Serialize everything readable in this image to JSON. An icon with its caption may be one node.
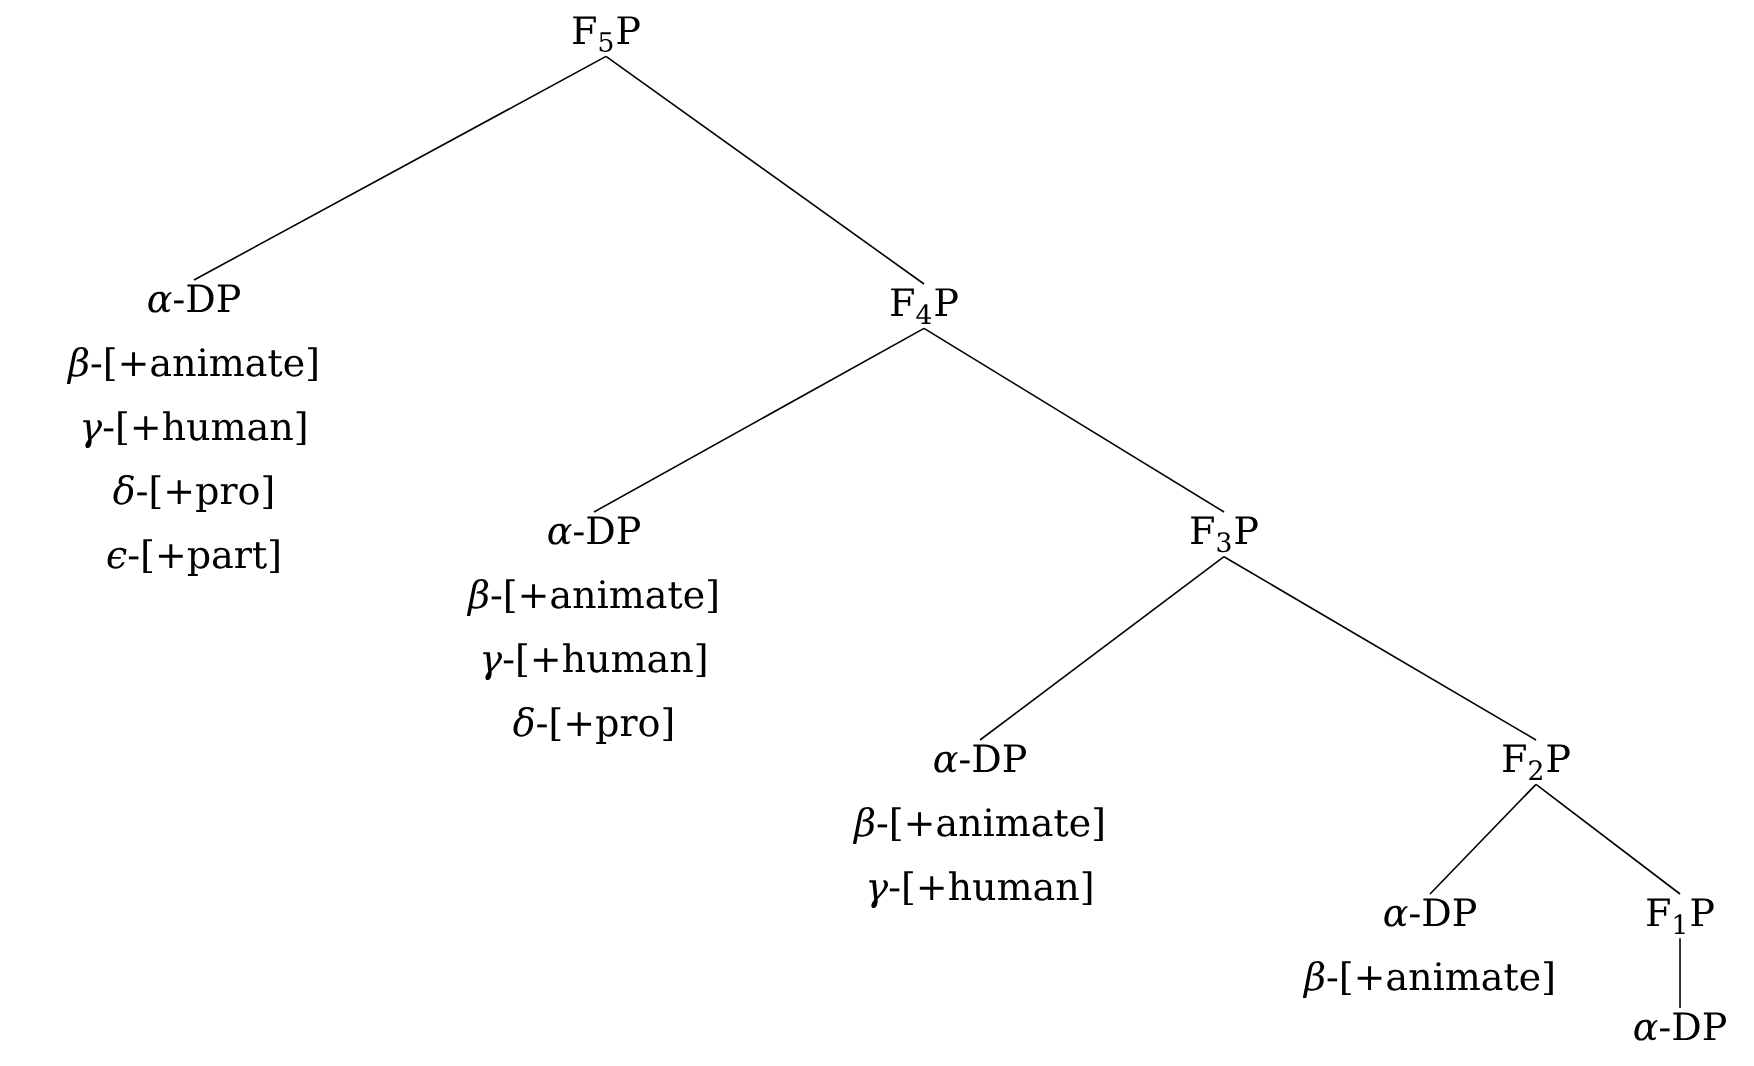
{
  "diagram": {
    "nodes": [
      {
        "text": [
          "F$_{5}$P"
        ]
      },
      {
        "text": [
          "*α*-DP",
          "*β*-[+animate]",
          "*γ*-[+human]",
          "*δ*-[+pro]",
          "*ϵ*-[+part]"
        ]
      },
      {
        "text": [
          "F$_{4}$P"
        ]
      },
      {
        "text": [
          "*α*-DP",
          "*β*-[+animate]",
          "*γ*-[+human]",
          "*δ*-[+pro]"
        ]
      },
      {
        "text": [
          "F$_{3}$P"
        ]
      },
      {
        "text": [
          "*α*-DP",
          "*β*-[+animate]",
          "*γ*-[+human]"
        ]
      },
      {
        "text": [
          "F$_{2}$P"
        ]
      },
      {
        "text": [
          "*α*-DP",
          "*β*-[+animate]"
        ]
      },
      {
        "text": [
          "F$_{1}$P"
        ]
      },
      {
        "text": [
          "*α*-DP"
        ]
      }
    ],
    "edges": [
      {
        "from": 0,
        "to": 1,
        "arrow": "none"
      },
      {
        "from": 0,
        "to": 2,
        "arrow": "none"
      },
      {
        "from": 2,
        "to": 3,
        "arrow": "none"
      },
      {
        "from": 2,
        "to": 4,
        "arrow": "none"
      },
      {
        "from": 4,
        "to": 5,
        "arrow": "none"
      },
      {
        "from": 4,
        "to": 6,
        "arrow": "none"
      },
      {
        "from": 6,
        "to": 7,
        "arrow": "none"
      },
      {
        "from": 6,
        "to": 8,
        "arrow": "none"
      },
      {
        "from": 8,
        "to": 9,
        "arrow": "none"
      }
    ]
  }
}
